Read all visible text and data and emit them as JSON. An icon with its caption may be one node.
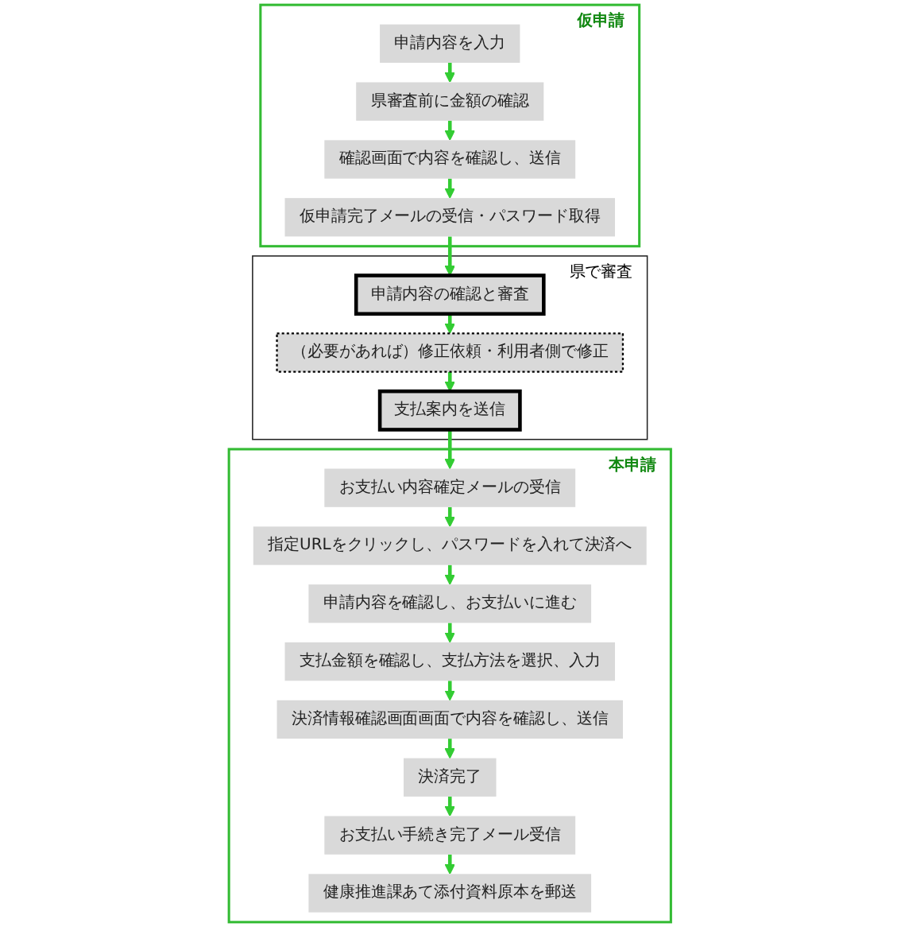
{
  "diagram": {
    "nodes": [
      {
        "text": [
          "仮申請"
        ]
      },
      {
        "text": [
          "申請内容を入力"
        ],
        "in": 0
      },
      {
        "text": [
          "県審査前に金額の確認"
        ],
        "in": 0
      },
      {
        "text": [
          "確認画面で内容を確認し、送信"
        ],
        "in": 0
      },
      {
        "text": [
          "仮申請完了メールの受信・パスワード取得"
        ],
        "in": 0
      },
      {
        "text": [
          "県で審査"
        ]
      },
      {
        "text": [
          "申請内容の確認と審査"
        ],
        "in": 5
      },
      {
        "text": [
          "（必要があれば）修正依頼・利用者側で修正"
        ],
        "in": 5
      },
      {
        "text": [
          "支払案内を送信"
        ],
        "in": 5
      },
      {
        "text": [
          "本申請"
        ]
      },
      {
        "text": [
          "お支払い内容確定メールの受信"
        ],
        "in": 9
      },
      {
        "text": [
          "指定URLをクリックし、パスワードを入れて決済へ"
        ],
        "in": 9
      },
      {
        "text": [
          "申請内容を確認し、お支払いに進む"
        ],
        "in": 9
      },
      {
        "text": [
          "支払金額を確認し、支払方法を選択、入力"
        ],
        "in": 9
      },
      {
        "text": [
          "決済情報確認画面画面で内容を確認し、送信"
        ],
        "in": 9
      },
      {
        "text": [
          "決済完了"
        ],
        "in": 9
      },
      {
        "text": [
          "お支払い手続き完了メール受信"
        ],
        "in": 9
      },
      {
        "text": [
          "健康推進課あて添付資料原本を郵送"
        ],
        "in": 9
      }
    ],
    "edges": [
      {
        "from": 1,
        "to": 2,
        "arrow": "to"
      },
      {
        "from": 2,
        "to": 3,
        "arrow": "to"
      },
      {
        "from": 3,
        "to": 4,
        "arrow": "to"
      },
      {
        "from": 4,
        "to": 6,
        "arrow": "to"
      },
      {
        "from": 6,
        "to": 7,
        "arrow": "to"
      },
      {
        "from": 7,
        "to": 8,
        "arrow": "to"
      },
      {
        "from": 8,
        "to": 10,
        "arrow": "to"
      },
      {
        "from": 10,
        "to": 11,
        "arrow": "to"
      },
      {
        "from": 11,
        "to": 12,
        "arrow": "to"
      },
      {
        "from": 12,
        "to": 13,
        "arrow": "to"
      },
      {
        "from": 13,
        "to": 14,
        "arrow": "to"
      },
      {
        "from": 14,
        "to": 15,
        "arrow": "to"
      },
      {
        "from": 15,
        "to": 16,
        "arrow": "to"
      },
      {
        "from": 16,
        "to": 17,
        "arrow": "to"
      }
    ]
  }
}
